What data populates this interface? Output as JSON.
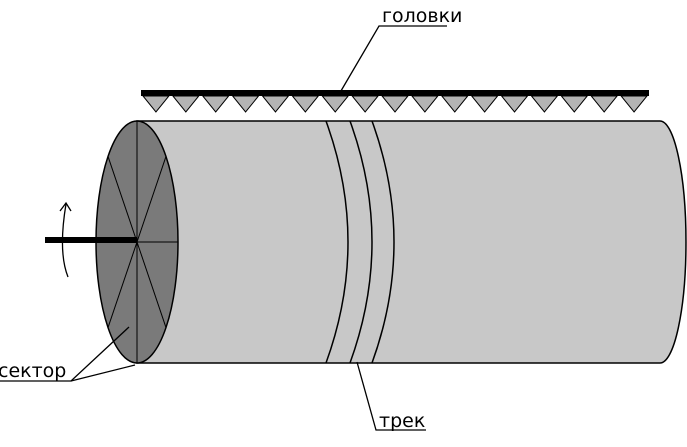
{
  "labels": {
    "heads": "головки",
    "sector": "сектор",
    "track": "трек"
  },
  "colors": {
    "drum_body": "#c8c8c8",
    "drum_end": "#7a7a7a",
    "outline": "#000000",
    "head_bar": "#000000",
    "head_teeth": "#b4b4b4",
    "background": "#ffffff"
  },
  "icons": {
    "rotation": "rotation-arrow-icon"
  },
  "counts": {
    "heads": 17,
    "sectors": 8
  }
}
